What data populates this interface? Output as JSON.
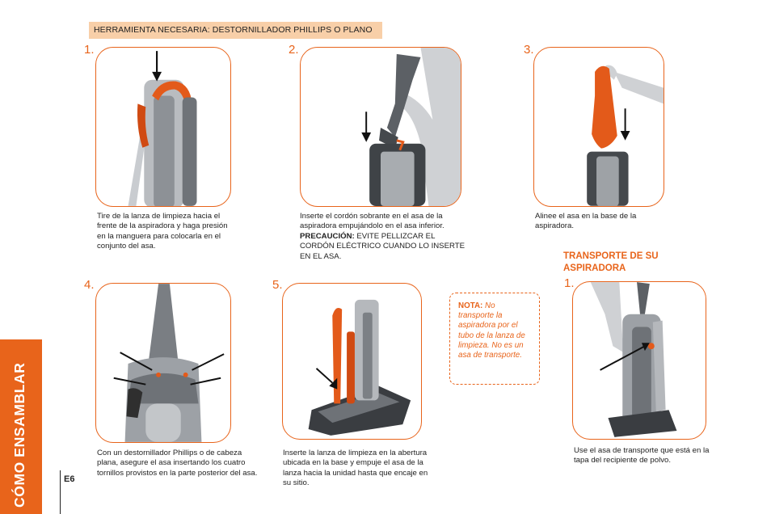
{
  "tool_bar": {
    "text": "HERRAMIENTA NECESARIA: DESTORNILLADOR PHILLIPS O PLANO"
  },
  "steps": [
    {
      "number": "1.",
      "caption": "Tire de la lanza de limpieza hacia el frente de la aspiradora y haga presión en la manguera para colocarla en el conjunto del asa."
    },
    {
      "number": "2.",
      "caption": "Inserte el cordón sobrante en el asa de la aspiradora empujándolo en el asa inferior.",
      "caution_label": "PRECAUCIÓN:",
      "caution_text": "EVITE PELLIZCAR EL CORDÓN ELÉCTRICO CUANDO LO INSERTE EN EL ASA."
    },
    {
      "number": "3.",
      "caption": "Alinee el asa en la base de la aspiradora."
    },
    {
      "number": "4.",
      "caption": "Con un destornillador Phillips o de cabeza plana, asegure el asa insertando los cuatro tornillos provistos en la parte posterior del asa."
    },
    {
      "number": "5.",
      "caption": "Inserte la lanza de limpieza en la abertura ubicada en la base y empuje el asa de la lanza hacia la unidad hasta que encaje en su sitio."
    }
  ],
  "transport": {
    "title": "TRANSPORTE DE SU ASPIRADORA",
    "number": "1.",
    "caption": "Use el asa de transporte que está en la tapa del recipiente de polvo."
  },
  "note": {
    "label": "NOTA:",
    "text": "No transporte la aspiradora por el tubo de la lanza de limpieza. No es un asa de transporte."
  },
  "side_tab": {
    "text": "CÓMO ENSAMBLAR"
  },
  "page": {
    "number": "E6"
  },
  "colors": {
    "accent": "#e8641b",
    "tool_bar_bg": "#f8cfa8",
    "text": "#222222"
  }
}
